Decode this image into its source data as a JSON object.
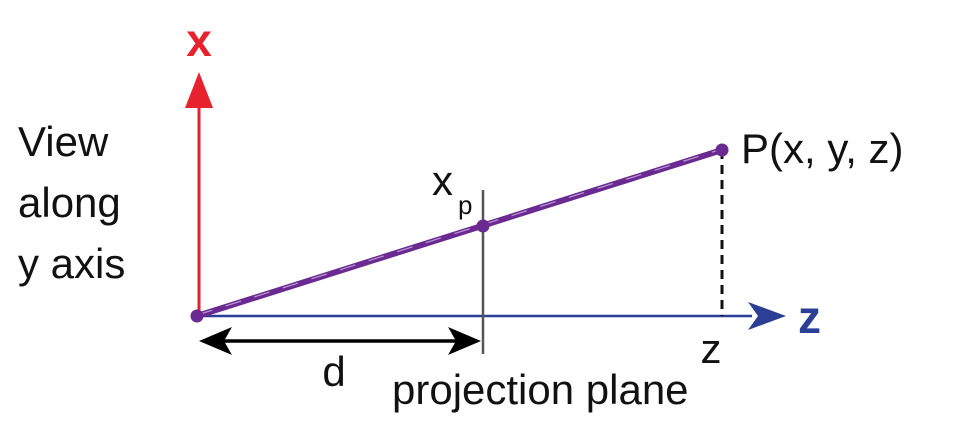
{
  "labels": {
    "view_caption": [
      "View",
      "along",
      "y axis"
    ],
    "x_axis": "x",
    "z_axis": "z",
    "point": "P(x, y, z)",
    "projected_point_base": "x",
    "projected_point_sub": "p",
    "distance": "d",
    "z_tick": "z",
    "plane": "projection plane"
  },
  "colors": {
    "x_axis": "#e8212e",
    "z_axis": "#2b3f96",
    "ray": "#6a2a92",
    "ray_highlight": "#b79ad0",
    "plane": "#555555",
    "text": "#111111",
    "dimension": "#000000"
  }
}
